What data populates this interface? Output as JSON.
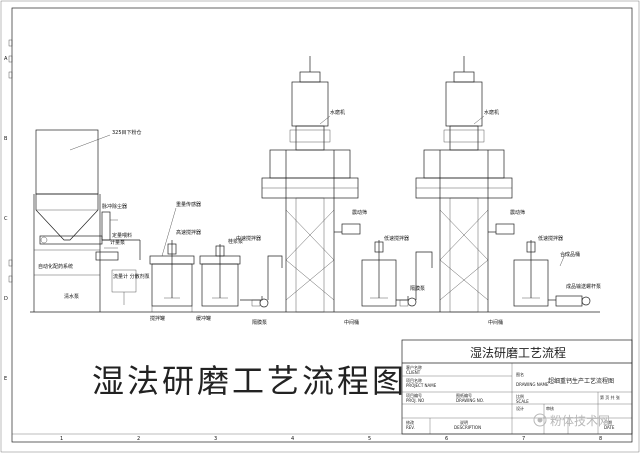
{
  "diagram": {
    "main_title": "湿法研磨工艺流程图",
    "labels": {
      "silo": "325目下粉仓",
      "dust_collector": "脉冲除尘器",
      "weigh_feeder": "定量喂料",
      "metering_pump": "计量泵",
      "auto_dispersant": "自动化配药系统",
      "water_pump": "清水泵",
      "flow_meter": "流量计\n分散剂泵",
      "weighing_sensor": "重量传感器",
      "high_speed_mixer": "高速搅拌器",
      "slurry_pump": "桂浆泵",
      "buffer_tank": "缓冲罐",
      "mid_mixer": "中速搅拌器",
      "mixing_tank": "搅拌罐",
      "transfer_pump_1": "隔膜泵",
      "mill_1": "水磨机",
      "mill_2": "水磨机",
      "screen_1": "震动筛",
      "screen_2": "震动筛",
      "low_mixer_1": "低速搅拌器",
      "low_mixer_2": "低速搅拌器",
      "relay_tank_1": "中间桶",
      "relay_tank_2": "中间桶",
      "pump_2": "隔膜泵",
      "finished_product": "合成品桶",
      "delivery_pump": "成品输送螺杆泵"
    }
  },
  "title_block": {
    "header": "湿法研磨工艺流程",
    "customer_label": "客户名称",
    "customer_label_en": "CLIENT",
    "project_label": "项目名称",
    "project_label_en": "PROJECT NAME",
    "drawing_name_label": "图名",
    "drawing_name_label_en": "DRAWING NAME",
    "drawing_name": "超细重钙生产工艺流程图",
    "project_no_label": "项目编号",
    "project_no_label_en": "PROJ. NO",
    "drawing_no_label": "图纸编号",
    "drawing_no_label_en": "DRAWING NO.",
    "scale_label": "比例",
    "scale_label_en": "SCALE",
    "page_label": "第 页 共 张",
    "rev_label": "修改",
    "rev_label_en": "REV.",
    "desc_label": "说明",
    "desc_label_en": "DESCRIPTION",
    "designed_label": "设计",
    "checked_label": "审核",
    "date_label": "日期",
    "date_label_en": "DATE",
    "watermark": "粉体技术网"
  },
  "border": {
    "columns": [
      "1",
      "2",
      "3",
      "4",
      "5",
      "6",
      "7",
      "8"
    ],
    "rows": [
      "A",
      "B",
      "C",
      "D",
      "E"
    ]
  }
}
